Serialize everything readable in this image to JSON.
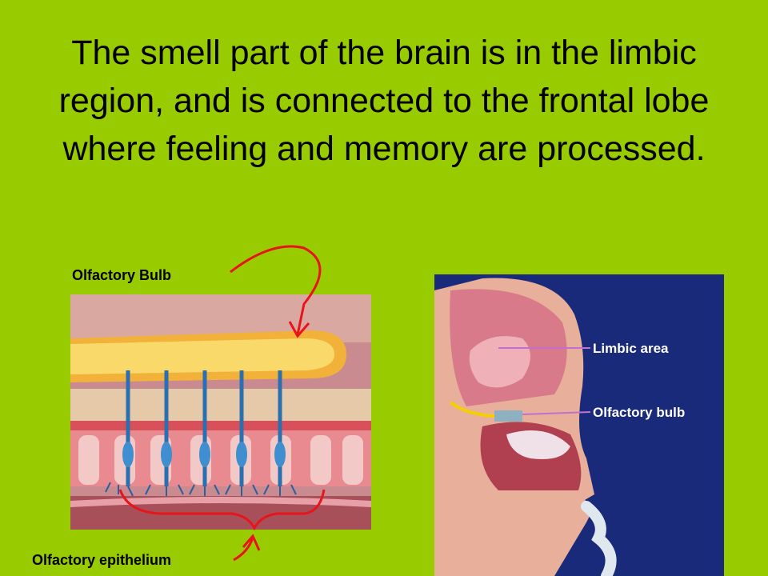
{
  "slide": {
    "title": "The smell part of the brain is in the limbic region, and is connected to the frontal lobe where feeling and memory are processed."
  },
  "left_figure": {
    "label_top": "Olfactory Bulb",
    "label_bottom": "Olfactory epithelium"
  },
  "right_figure": {
    "label_limbic": "Limbic area",
    "label_bulb": "Olfactory bulb"
  },
  "colors": {
    "background": "#99cc00",
    "arrow": "#e8141c",
    "right_panel_bg": "#1a2a7a"
  }
}
